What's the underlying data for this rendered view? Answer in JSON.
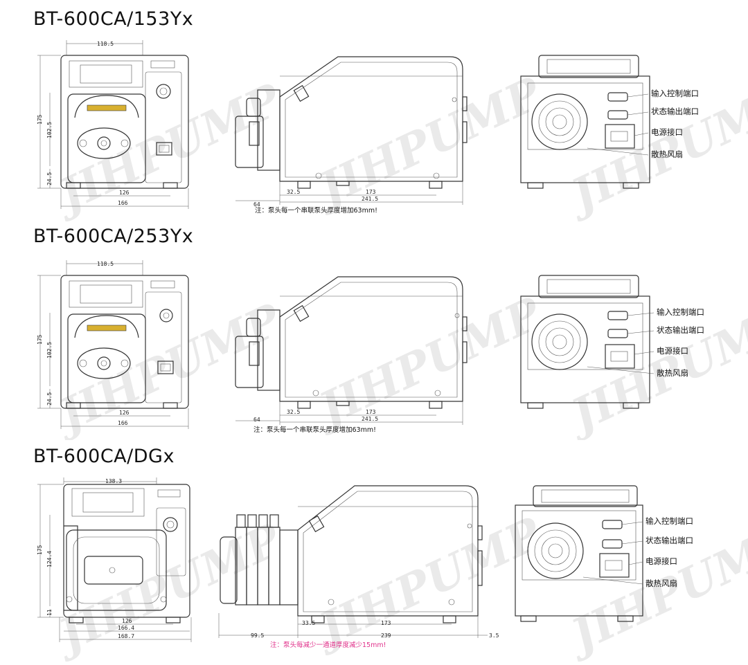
{
  "sections": [
    {
      "title": "BT-600CA/153Yx",
      "front": {
        "top": "118.5",
        "height": "175",
        "head": "102.5",
        "base": "24.5",
        "feet": "126",
        "width": "166"
      },
      "side": {
        "left": "64",
        "a": "32.5",
        "b": "173",
        "total": "241.5"
      },
      "note": "注：泵头每一个串联泵头厚度增加63mm!"
    },
    {
      "title": "BT-600CA/253Yx",
      "front": {
        "top": "118.5",
        "height": "175",
        "head": "102.5",
        "base": "24.5",
        "feet": "126",
        "width": "166"
      },
      "side": {
        "left": "64",
        "a": "32.5",
        "b": "173",
        "total": "241.5"
      },
      "note": "注：泵头每一个串联泵头厚度增加63mm!"
    },
    {
      "title": "BT-600CA/DGx",
      "front": {
        "top": "138.3",
        "height": "175",
        "head": "124.4",
        "base": "11",
        "feet": "126",
        "width": "166.4",
        "width2": "168.7"
      },
      "side": {
        "left": "99.5",
        "a": "33.5",
        "b": "173",
        "total": "239",
        "right": "3.5"
      },
      "note": "注：泵头每减少一通道厚度减少15mm!"
    }
  ],
  "rear_labels": [
    "输入控制端口",
    "状态输出端口",
    "电源接口",
    "散热风扇"
  ],
  "watermark": "JIHPUMP",
  "colors": {
    "line": "#333333",
    "note_pink": "#e0308a",
    "watermark": "#d9d9d9"
  }
}
